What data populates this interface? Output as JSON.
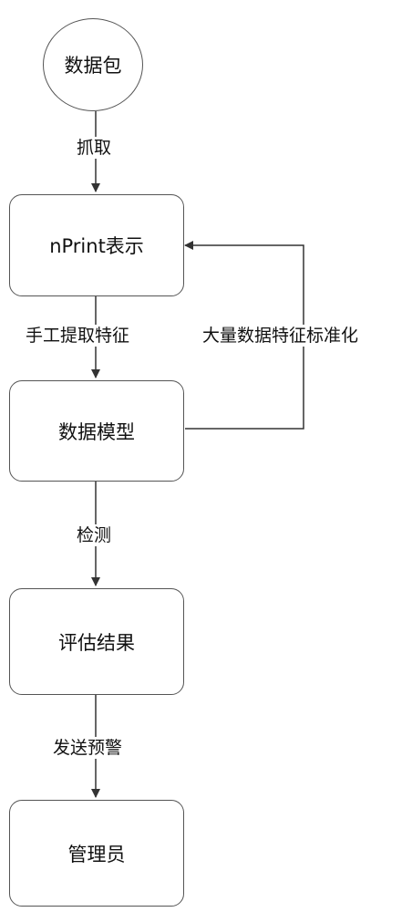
{
  "nodes": {
    "packet": "数据包",
    "nprint": "nPrint表示",
    "model": "数据模型",
    "result": "评估结果",
    "admin": "管理员"
  },
  "edges": {
    "capture": "抓取",
    "manual_extract": "手工提取特征",
    "detect": "检测",
    "send_warning": "发送预警",
    "feedback": "大量数据特征标准化"
  },
  "colors": {
    "line": "#333333",
    "border": "#555555"
  }
}
